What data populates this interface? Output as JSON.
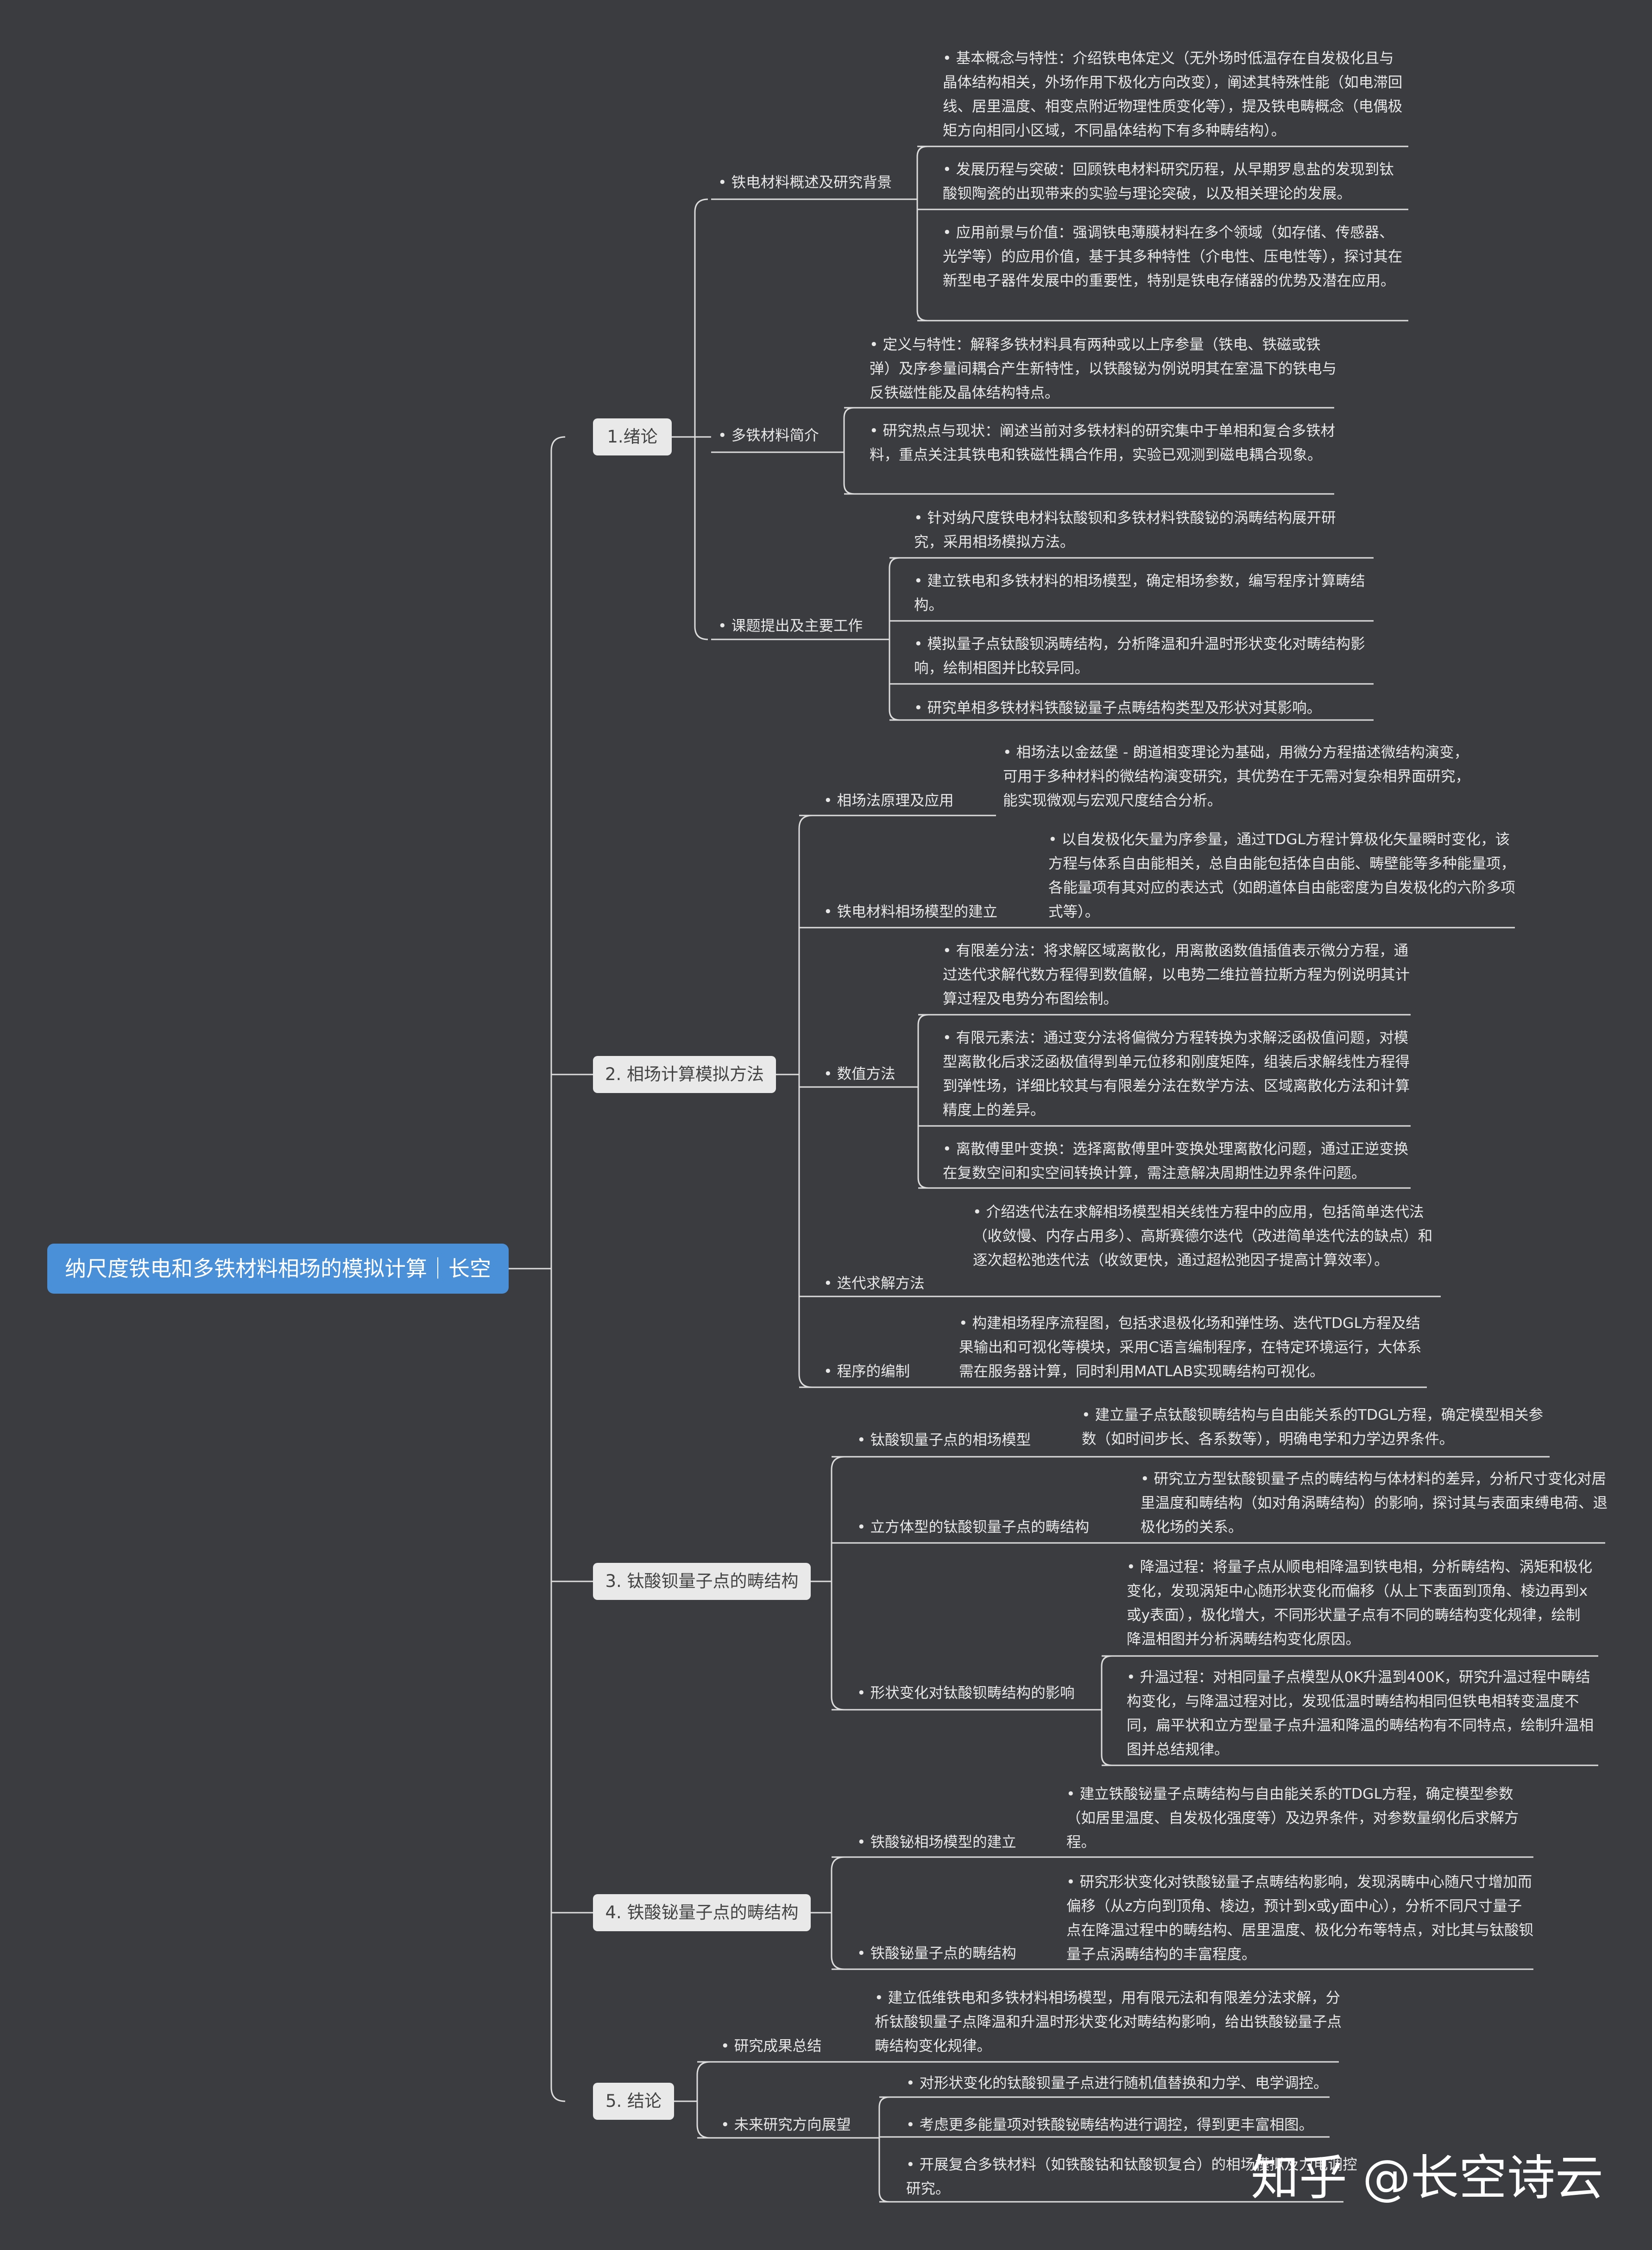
{
  "root": "纳尺度铁电和多铁材料相场的模拟计算｜长空",
  "sections": [
    {
      "label": "1.绪论",
      "children": [
        {
          "label": "• 铁电材料概述及研究背景",
          "items": [
            "• 基本概念与特性：介绍铁电体定义（无外场时低温存在自发极化且与晶体结构相关，外场作用下极化方向改变），阐述其特殊性能（如电滞回线、居里温度、相变点附近物理性质变化等），提及铁电畴概念（电偶极矩方向相同小区域，不同晶体结构下有多种畴结构）。",
            "• 发展历程与突破：回顾铁电材料研究历程，从早期罗息盐的发现到钛酸钡陶瓷的出现带来的实验与理论突破，以及相关理论的发展。",
            "• 应用前景与价值：强调铁电薄膜材料在多个领域（如存储、传感器、光学等）的应用价值，基于其多种特性（介电性、压电性等），探讨其在新型电子器件发展中的重要性，特别是铁电存储器的优势及潜在应用。"
          ]
        },
        {
          "label": "• 多铁材料简介",
          "items": [
            "• 定义与特性：解释多铁材料具有两种或以上序参量（铁电、铁磁或铁弹）及序参量间耦合产生新特性，以铁酸铋为例说明其在室温下的铁电与反铁磁性能及晶体结构特点。",
            "• 研究热点与现状：阐述当前对多铁材料的研究集中于单相和复合多铁材料，重点关注其铁电和铁磁性耦合作用，实验已观测到磁电耦合现象。"
          ]
        },
        {
          "label": "• 课题提出及主要工作",
          "items": [
            "• 针对纳尺度铁电材料钛酸钡和多铁材料铁酸铋的涡畴结构展开研究，采用相场模拟方法。",
            "• 建立铁电和多铁材料的相场模型，确定相场参数，编写程序计算畴结构。",
            "• 模拟量子点钛酸钡涡畴结构，分析降温和升温时形状变化对畴结构影响，绘制相图并比较异同。",
            "• 研究单相多铁材料铁酸铋量子点畴结构类型及形状对其影响。"
          ]
        }
      ]
    },
    {
      "label": "2. 相场计算模拟方法",
      "children": [
        {
          "label": "• 相场法原理及应用",
          "items": [
            "• 相场法以金兹堡 - 朗道相变理论为基础，用微分方程描述微结构演变，可用于多种材料的微结构演变研究，其优势在于无需对复杂相界面研究，能实现微观与宏观尺度结合分析。"
          ]
        },
        {
          "label": "• 铁电材料相场模型的建立",
          "items": [
            "• 以自发极化矢量为序参量，通过TDGL方程计算极化矢量瞬时变化，该方程与体系自由能相关，总自由能包括体自由能、畴壁能等多种能量项，各能量项有其对应的表达式（如朗道体自由能密度为自发极化的六阶多项式等）。"
          ]
        },
        {
          "label": "• 数值方法",
          "items": [
            "• 有限差分法：将求解区域离散化，用离散函数值插值表示微分方程，通过迭代求解代数方程得到数值解，以电势二维拉普拉斯方程为例说明其计算过程及电势分布图绘制。",
            "• 有限元素法：通过变分法将偏微分方程转换为求解泛函极值问题，对模型离散化后求泛函极值得到单元位移和刚度矩阵，组装后求解线性方程得到弹性场，详细比较其与有限差分法在数学方法、区域离散化方法和计算精度上的差异。",
            "• 离散傅里叶变换：选择离散傅里叶变换处理离散化问题，通过正逆变换在复数空间和实空间转换计算，需注意解决周期性边界条件问题。"
          ]
        },
        {
          "label": "• 迭代求解方法",
          "items": [
            "• 介绍迭代法在求解相场模型相关线性方程中的应用，包括简单迭代法（收敛慢、内存占用多）、高斯赛德尔迭代（改进简单迭代法的缺点）和逐次超松弛迭代法（收敛更快，通过超松弛因子提高计算效率）。"
          ]
        },
        {
          "label": "• 程序的编制",
          "items": [
            "• 构建相场程序流程图，包括求退极化场和弹性场、迭代TDGL方程及结果输出和可视化等模块，采用C语言编制程序，在特定环境运行，大体系需在服务器计算，同时利用MATLAB实现畴结构可视化。"
          ]
        }
      ]
    },
    {
      "label": "3. 钛酸钡量子点的畴结构",
      "children": [
        {
          "label": "• 钛酸钡量子点的相场模型",
          "items": [
            "• 建立量子点钛酸钡畴结构与自由能关系的TDGL方程，确定模型相关参数（如时间步长、各系数等），明确电学和力学边界条件。"
          ]
        },
        {
          "label": "• 立方体型的钛酸钡量子点的畴结构",
          "items": [
            "• 研究立方型钛酸钡量子点的畴结构与体材料的差异，分析尺寸变化对居里温度和畴结构（如对角涡畴结构）的影响，探讨其与表面束缚电荷、退极化场的关系。"
          ]
        },
        {
          "label": "• 形状变化对钛酸钡畴结构的影响",
          "items": [
            "• 降温过程：将量子点从顺电相降温到铁电相，分析畴结构、涡矩和极化变化，发现涡矩中心随形状变化而偏移（从上下表面到顶角、棱边再到x或y表面），极化增大，不同形状量子点有不同的畴结构变化规律，绘制降温相图并分析涡畴结构变化原因。",
            "• 升温过程：对相同量子点模型从0K升温到400K，研究升温过程中畴结构变化，与降温过程对比，发现低温时畴结构相同但铁电相转变温度不同，扁平状和立方型量子点升温和降温的畴结构有不同特点，绘制升温相图并总结规律。"
          ]
        }
      ]
    },
    {
      "label": "4. 铁酸铋量子点的畴结构",
      "children": [
        {
          "label": "• 铁酸铋相场模型的建立",
          "items": [
            "• 建立铁酸铋量子点畴结构与自由能关系的TDGL方程，确定模型参数（如居里温度、自发极化强度等）及边界条件，对参数量纲化后求解方程。"
          ]
        },
        {
          "label": "• 铁酸铋量子点的畴结构",
          "items": [
            "• 研究形状变化对铁酸铋量子点畴结构影响，发现涡畴中心随尺寸增加而偏移（从z方向到顶角、棱边，预计到x或y面中心），分析不同尺寸量子点在降温过程中的畴结构、居里温度、极化分布等特点，对比其与钛酸钡量子点涡畴结构的丰富程度。"
          ]
        }
      ]
    },
    {
      "label": "5. 结论",
      "children": [
        {
          "label": "• 研究成果总结",
          "items": [
            "• 建立低维铁电和多铁材料相场模型，用有限元法和有限差分法求解，分析钛酸钡量子点降温和升温时形状变化对畴结构影响，给出铁酸铋量子点畴结构变化规律。"
          ]
        },
        {
          "label": "• 未来研究方向展望",
          "items": [
            "• 对形状变化的钛酸钡量子点进行随机值替换和力学、电学调控。",
            "• 考虑更多能量项对铁酸铋畴结构进行调控，得到更丰富相图。",
            "• 开展复合多铁材料（如铁酸钴和钛酸钡复合）的相场模拟及力电调控研究。"
          ]
        }
      ]
    }
  ],
  "watermark": "知乎 @长空诗云",
  "colors": {
    "background": "#3b3c40",
    "root": "#4a90d9",
    "section": "#e9e9e9",
    "line": "#dcdcdc",
    "text": "#e8e8e8"
  }
}
